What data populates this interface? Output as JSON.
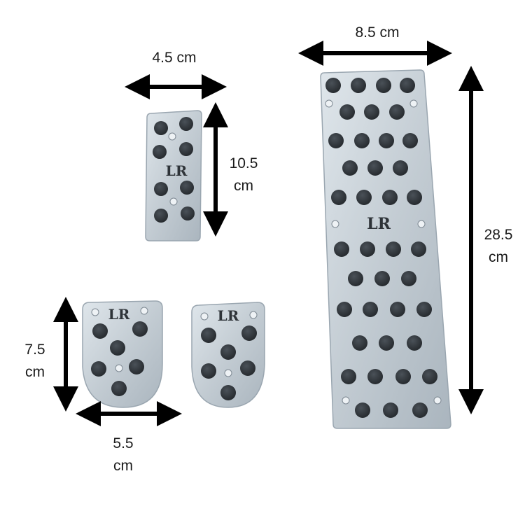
{
  "colors": {
    "aluminium": "#c9d2d9",
    "aluminium_edge": "#9aa6b0",
    "rubber_stud": "#2e3338",
    "arrow": "#000000",
    "background": "#ffffff"
  },
  "logo_text": "LR",
  "dimensions": {
    "footrest_width": {
      "value": "8.5",
      "unit": "cm"
    },
    "footrest_height": {
      "value": "28.5",
      "unit": "cm"
    },
    "clutch_width": {
      "value": "4.5",
      "unit": "cm"
    },
    "clutch_height": {
      "value": "10.5",
      "unit": "cm"
    },
    "brake_height": {
      "value": "7.5",
      "unit": "cm"
    },
    "brake_width": {
      "value": "5.5",
      "unit": "cm"
    }
  }
}
